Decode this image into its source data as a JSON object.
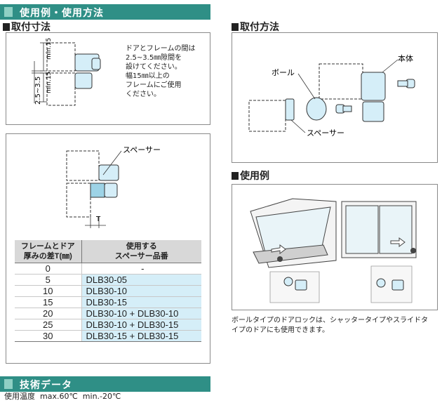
{
  "header": {
    "title": "使用例・使用方法"
  },
  "mounting_dimensions": {
    "heading": "取付寸法",
    "note_lines": [
      "ドアとフレームの間は",
      "2.5~3.5㎜隙間を",
      "設けてください。",
      "幅15㎜以上の",
      "フレームにご使用",
      "ください。"
    ],
    "dim_min15_top": "min.15",
    "dim_min15_bottom": "min.15",
    "dim_gap": "2.5~3.5"
  },
  "spacer": {
    "label": "スペーサー",
    "dim_t": "T",
    "table": {
      "header_col1": [
        "フレームとドア",
        "厚みの差T(㎜)"
      ],
      "header_col2": [
        "使用する",
        "スペーサー品番"
      ],
      "rows": [
        {
          "diff": "0",
          "part": "-"
        },
        {
          "diff": "5",
          "part": "DLB30-05"
        },
        {
          "diff": "10",
          "part": "DLB30-10"
        },
        {
          "diff": "15",
          "part": "DLB30-15"
        },
        {
          "diff": "20",
          "part": "DLB30-10 + DLB30-10"
        },
        {
          "diff": "25",
          "part": "DLB30-10 + DLB30-15"
        },
        {
          "diff": "30",
          "part": "DLB30-15 + DLB30-15"
        }
      ]
    }
  },
  "mounting_method": {
    "heading": "取付方法",
    "label_body": "本体",
    "label_ball": "ボール",
    "label_spacer": "スペーサー"
  },
  "usage_example": {
    "heading": "使用例",
    "caption_lines": [
      "ボールタイプのドアロックは、シャッタータイプやスライドタ",
      "イプのドアにも使用できます。"
    ]
  },
  "tech_data": {
    "title": "技術データ",
    "operating_temp": "使用温度  max.60℃  min.-20℃"
  },
  "colors": {
    "accent": "#2f8f86",
    "accent_light": "#8fd0c4",
    "part_fill": "#d5eef8",
    "table_header": "#d8d8d8"
  }
}
